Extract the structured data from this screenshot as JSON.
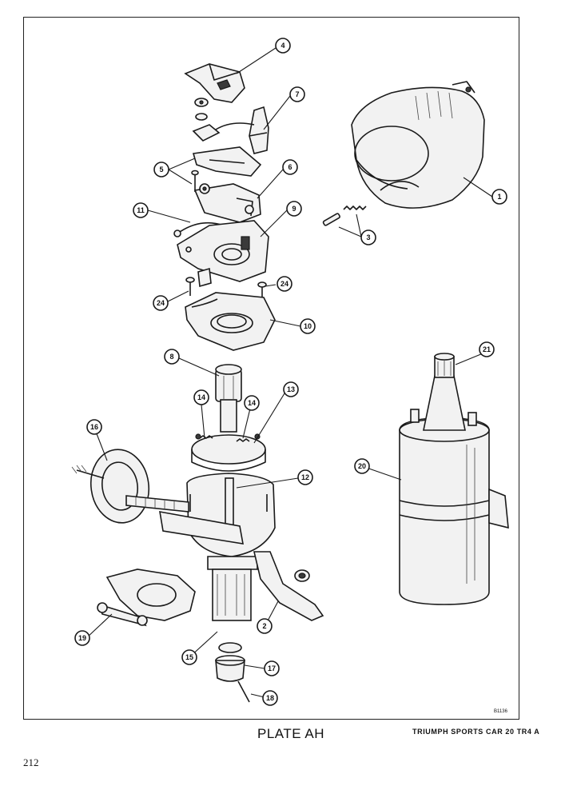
{
  "plate": {
    "title": "PLATE AH",
    "caption": "TRIUMPH SPORTS CAR 20 TR4 A",
    "drawing_ref": "B1136",
    "page_number": "212"
  },
  "callouts": [
    "1",
    "2",
    "3",
    "4",
    "5",
    "6",
    "7",
    "8",
    "9",
    "10",
    "11",
    "12",
    "13",
    "14",
    "14",
    "15",
    "16",
    "17",
    "18",
    "19",
    "20",
    "21",
    "24",
    "24"
  ]
}
